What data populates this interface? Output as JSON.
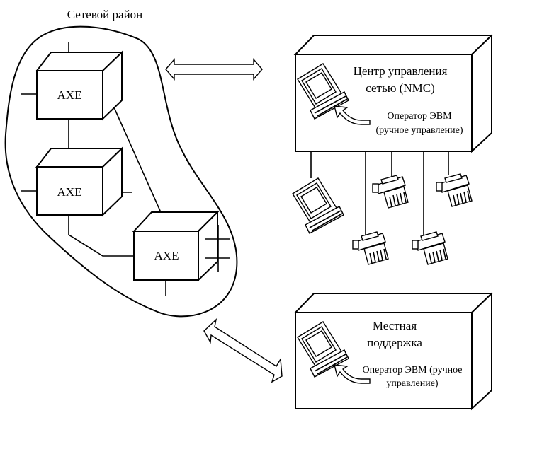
{
  "region": {
    "title": "Сетевой район"
  },
  "exchanges": [
    {
      "label": "AXE"
    },
    {
      "label": "AXE"
    },
    {
      "label": "AXE"
    }
  ],
  "nmc": {
    "title_line1": "Центр управления",
    "title_line2": "сетью (NMC)",
    "operator_line1": "Оператор ЭВМ",
    "operator_line2": "(ручное управление)"
  },
  "local": {
    "title_line1": "Местная",
    "title_line2": "поддержка",
    "operator_line1": "Оператор ЭВМ (ручное",
    "operator_line2": "управление)"
  },
  "icons": {
    "terminal": "computer-terminal-icon",
    "printer": "printer-icon",
    "arrow": "curved-arrow-icon"
  },
  "colors": {
    "ink": "#000000",
    "paper": "#ffffff"
  }
}
